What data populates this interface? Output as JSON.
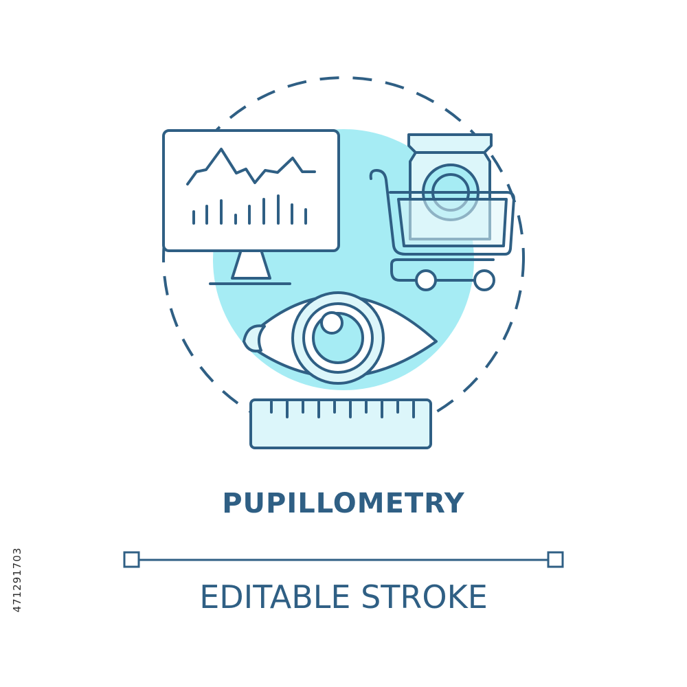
{
  "title": "PUPILLOMETRY",
  "subtitle": "EDITABLE STROKE",
  "stock_id": "471291703",
  "colors": {
    "stroke": "#2f5f84",
    "fill_accent": "#a6ecf4",
    "fill_light": "#dcf6fa",
    "background": "#ffffff"
  },
  "icons": [
    "monitor-icon",
    "shopping-cart-icon",
    "eye-icon",
    "ruler-icon"
  ]
}
